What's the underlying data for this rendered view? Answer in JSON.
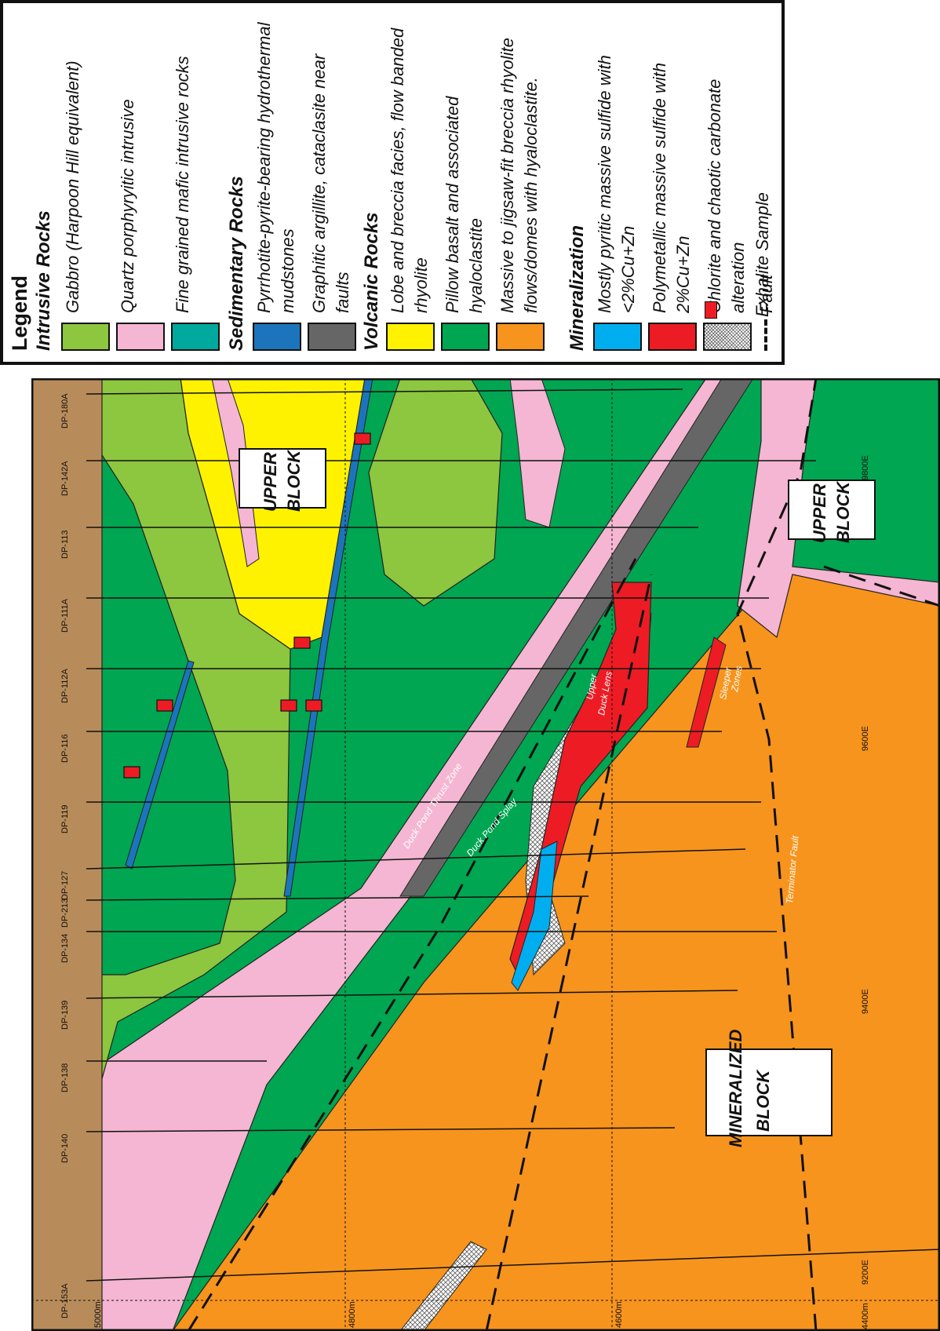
{
  "legend": {
    "title": "Legend",
    "groups": [
      {
        "heading": "Intrusive Rocks",
        "items": [
          {
            "color": "#8dc63f",
            "text": "Gabbro (Harpoon Hill equivalent)"
          },
          {
            "color": "#f4b6d2",
            "text": "Quartz porphyryitic intrusive"
          },
          {
            "color": "#00a99d",
            "text": "Fine grained mafic intrusive rocks"
          }
        ]
      },
      {
        "heading": "Sedimentary Rocks",
        "items": [
          {
            "color": "#1c75bc",
            "text": "Pyrrhotite-pyrite-bearing hydrothermal mudstones"
          },
          {
            "color": "#666666",
            "text": "Graphitic argillite, cataclasite near faults"
          }
        ]
      },
      {
        "heading": "Volcanic Rocks",
        "items": [
          {
            "color": "#fff200",
            "text": "Lobe and breccia facies, flow banded rhyolite"
          },
          {
            "color": "#00a651",
            "text": "Pillow basalt and associated hyaloclastite"
          },
          {
            "color": "#f7941d",
            "text": "Massive to jigsaw-fit breccia rhyolite flows/domes with hyaloclastite."
          }
        ]
      },
      {
        "heading": "Mineralization",
        "items": [
          {
            "color": "#00aeef",
            "text": "Mostly pyritic massive sulfide with <2%Cu+Zn"
          },
          {
            "color": "#ed1c24",
            "text": "Polymetallic massive sulfide with 2%Cu+Zn"
          },
          {
            "color": "crosshatch",
            "text": "Chlorite and chaotic carbonate alteration"
          }
        ]
      }
    ],
    "fault_label": "Fault",
    "exhalite_label": "Exhalite Sample"
  },
  "section": {
    "drillholes": [
      "DP-180A",
      "DP-142A",
      "DP-113",
      "DP-111A",
      "DP-112A",
      "DP-116",
      "DP-119",
      "DP-127",
      "DP-213",
      "DP-134",
      "DP-139",
      "DP-138",
      "DP-140",
      "DP-153A"
    ],
    "depth_labels": [
      "5000m",
      "4800m",
      "4600m",
      "4400m"
    ],
    "easting_labels": [
      "9800E",
      "9600E",
      "9400E",
      "9200E"
    ],
    "block_labels": {
      "upper_left": [
        "UPPER",
        "BLOCK"
      ],
      "upper_right": [
        "UPPER",
        "BLOCK"
      ],
      "mineralized": [
        "MINERALIZED",
        "BLOCK"
      ]
    },
    "feature_labels": {
      "thrust": "Duck Pond Thrust Zone",
      "splay": "Duck Pond Splay",
      "upper_duck": [
        "Upper",
        "Duck Lens"
      ],
      "sleeper": [
        "Sleeper",
        "Zones"
      ],
      "terminator": "Terminator Fault"
    }
  }
}
